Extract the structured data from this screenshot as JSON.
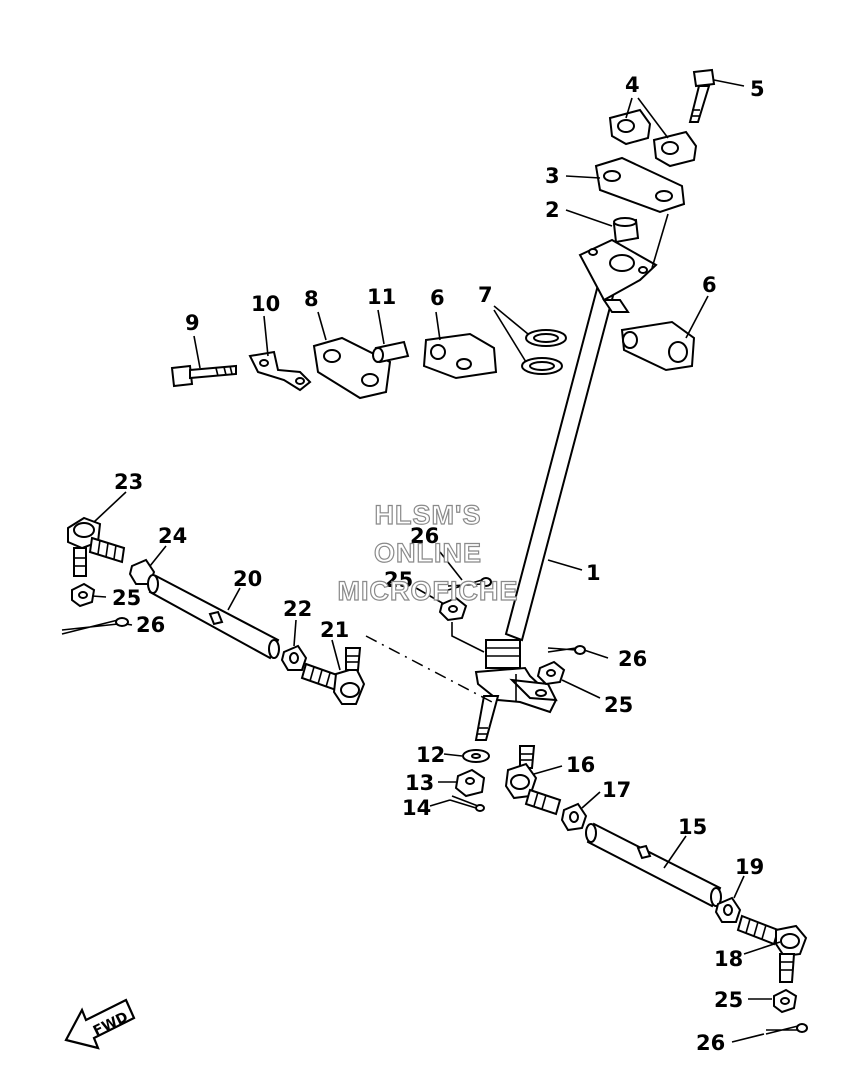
{
  "callouts": {
    "c1": "1",
    "c2": "2",
    "c3": "3",
    "c4": "4",
    "c5": "5",
    "c6a": "6",
    "c6b": "6",
    "c7": "7",
    "c8": "8",
    "c9": "9",
    "c10": "10",
    "c11": "11",
    "c12": "12",
    "c13": "13",
    "c14": "14",
    "c15": "15",
    "c16": "16",
    "c17": "17",
    "c18": "18",
    "c19": "19",
    "c20": "20",
    "c21": "21",
    "c22": "22",
    "c23": "23",
    "c24": "24",
    "c25a": "25",
    "c25b": "25",
    "c25c": "25",
    "c25d": "25",
    "c26a": "26",
    "c26b": "26",
    "c26c": "26",
    "c26d": "26"
  },
  "watermark": {
    "line1": "HLSM'S",
    "line2": "ONLINE",
    "line3": "MICROFICHE"
  },
  "fwd_label": "FWD"
}
